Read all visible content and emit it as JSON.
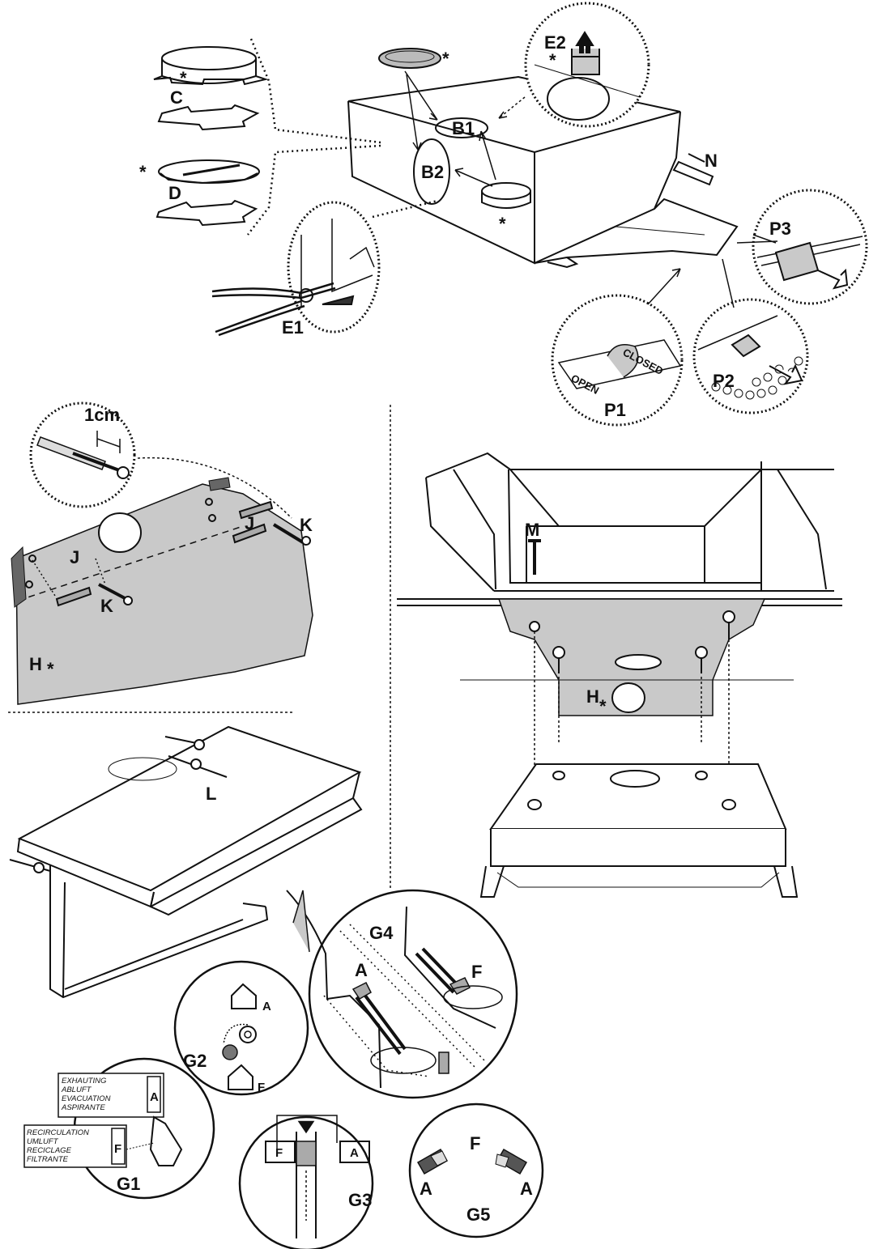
{
  "labels": {
    "C": "C",
    "D": "D",
    "B1": "B1",
    "B2": "B2",
    "E1": "E1",
    "E2": "E2",
    "N": "N",
    "P1": "P1",
    "P2": "P2",
    "P3": "P3",
    "J": "J",
    "K": "K",
    "H": "H",
    "M": "M",
    "L": "L",
    "A": "A",
    "F": "F",
    "G1": "G1",
    "G2": "G2",
    "G3": "G3",
    "G4": "G4",
    "G5": "G5",
    "star": "*",
    "one_cm": "1cm"
  },
  "p1_lever": {
    "open": "OPEN",
    "closed": "CLOSED"
  },
  "g1_selector": {
    "exhaust_lines": [
      "EXHAUTING",
      "ABLUFT",
      "EVACUATION",
      "ASPIRANTE"
    ],
    "recirc_lines": [
      "RECIRCULATION",
      "UMLUFT",
      "RECICLAGE",
      "FILTRANTE"
    ]
  },
  "colors": {
    "line": "#111111",
    "panel_fill": "#c9c9c9",
    "background": "#ffffff"
  }
}
